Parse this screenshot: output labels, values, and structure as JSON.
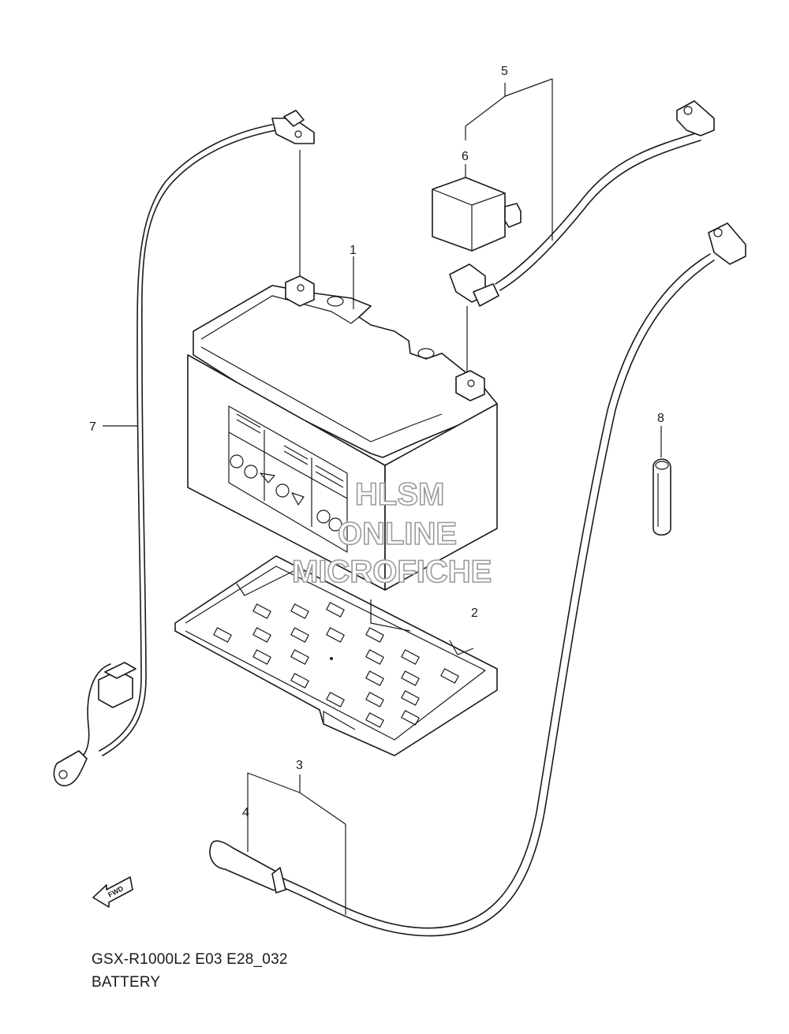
{
  "diagram": {
    "callouts": [
      {
        "id": "1",
        "label": "1"
      },
      {
        "id": "2",
        "label": "2"
      },
      {
        "id": "3",
        "label": "3"
      },
      {
        "id": "4",
        "label": "4"
      },
      {
        "id": "5",
        "label": "5"
      },
      {
        "id": "6",
        "label": "6"
      },
      {
        "id": "7",
        "label": "7"
      },
      {
        "id": "8",
        "label": "8"
      }
    ],
    "fwd_label": "FWD",
    "watermark": {
      "line1": "HLSM",
      "line2": "ONLINE",
      "line3": "MICROFICHE"
    }
  },
  "footer": {
    "code": "GSX-R1000L2 E03 E28_032",
    "name": "BATTERY"
  }
}
